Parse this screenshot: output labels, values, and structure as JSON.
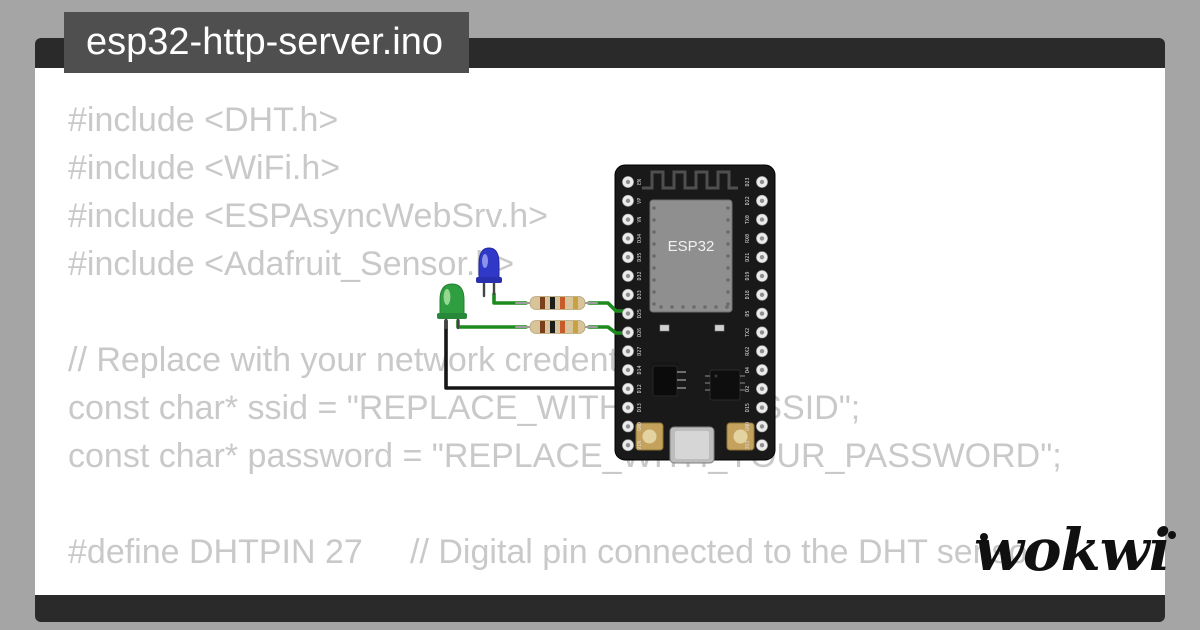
{
  "title": "esp32-http-server.ino",
  "code": {
    "lines": [
      "#include <DHT.h>",
      "#include <WiFi.h>",
      "#include <ESPAsyncWebSrv.h>",
      "#include <Adafruit_Sensor.h>",
      "",
      "// Replace with your network credentials",
      "const char* ssid = \"REPLACE_WITH_YOUR_SSID\";",
      "const char* password = \"REPLACE_WITH_YOUR_PASSWORD\";",
      "",
      "#define DHTPIN 27     // Digital pin connected to the DHT sensor"
    ]
  },
  "board": {
    "chip_label": "ESP32",
    "pins_left": [
      "EN",
      "VP",
      "VN",
      "D34",
      "D35",
      "D32",
      "D33",
      "D25",
      "D26",
      "D27",
      "D14",
      "D12",
      "D13",
      "GND",
      "VIN"
    ],
    "pins_right": [
      "D23",
      "D22",
      "TX0",
      "RX0",
      "D21",
      "D19",
      "D18",
      "D5",
      "TX2",
      "RX2",
      "D4",
      "D2",
      "D15",
      "GND",
      "3V3"
    ]
  },
  "logo": {
    "text": "wokwi"
  },
  "colors": {
    "page_bg": "#a5a5a5",
    "frame": "#2a2a2a",
    "card_bg": "#ffffff",
    "badge_bg": "#4f4f4f",
    "badge_text": "#ffffff",
    "code_text": "#c9c9c9",
    "board": "#191919",
    "module": "#8f8f8f",
    "wire_green": "#1d8a1d",
    "wire_black": "#161616",
    "led_green": "#2f9e41",
    "led_blue": "#3038c8",
    "resistor_body": "#d8c49a",
    "logo_text": "#101010"
  }
}
